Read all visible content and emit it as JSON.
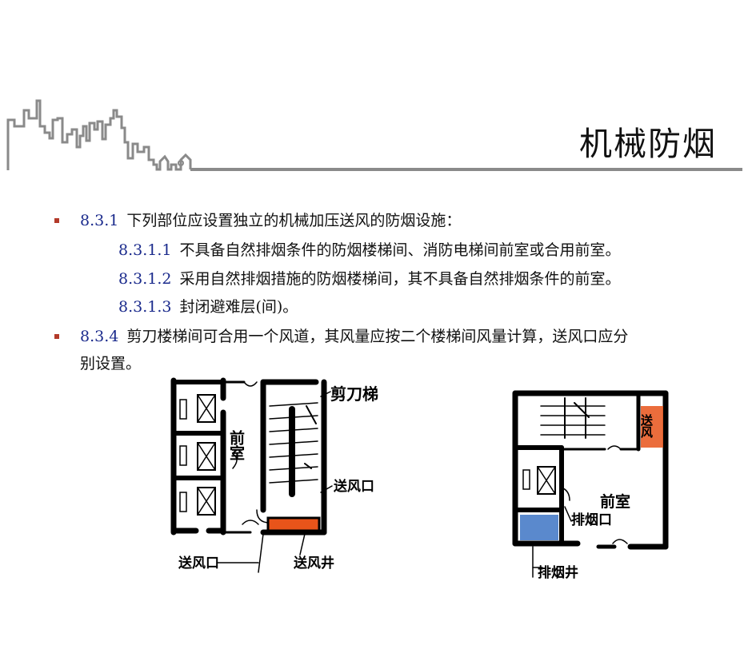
{
  "header": {
    "title": "机械防烟"
  },
  "items": [
    {
      "number": "8.3.1",
      "text": "下列部位应设置独立的机械加压送风的防烟设施："
    },
    {
      "number": "8.3.1.1",
      "text": "不具备自然排烟条件的防烟楼梯间、消防电梯间前室或合用前室。"
    },
    {
      "number": "8.3.1.2",
      "text": "采用自然排烟措施的防烟楼梯间，其不具备自然排烟条件的前室。"
    },
    {
      "number": "8.3.1.3",
      "text": "封闭避难层(间)。"
    },
    {
      "number": "8.3.4",
      "text": "剪刀楼梯间可合用一个风道，其风量应按二个楼梯间风量计算，送风口应分",
      "text_cont": "别设置。"
    }
  ],
  "sketch_left": {
    "label_stair": "剪刀梯",
    "label_room": "前室",
    "label_supply_outlet_right": "送风口",
    "label_supply_outlet_bottom": "送风口",
    "label_supply_shaft": "送风井"
  },
  "sketch_right": {
    "label_supply": "送风",
    "label_room": "前室",
    "label_exhaust_outlet": "排烟口",
    "label_exhaust_shaft": "排烟井"
  },
  "colors": {
    "bullet": "#b33a2a",
    "number": "#1a2a8c",
    "supply_shaft_fill": "#e8541a",
    "exhaust_shaft_fill": "#3d74c4",
    "skyline_stroke": "#8a8a8a"
  }
}
